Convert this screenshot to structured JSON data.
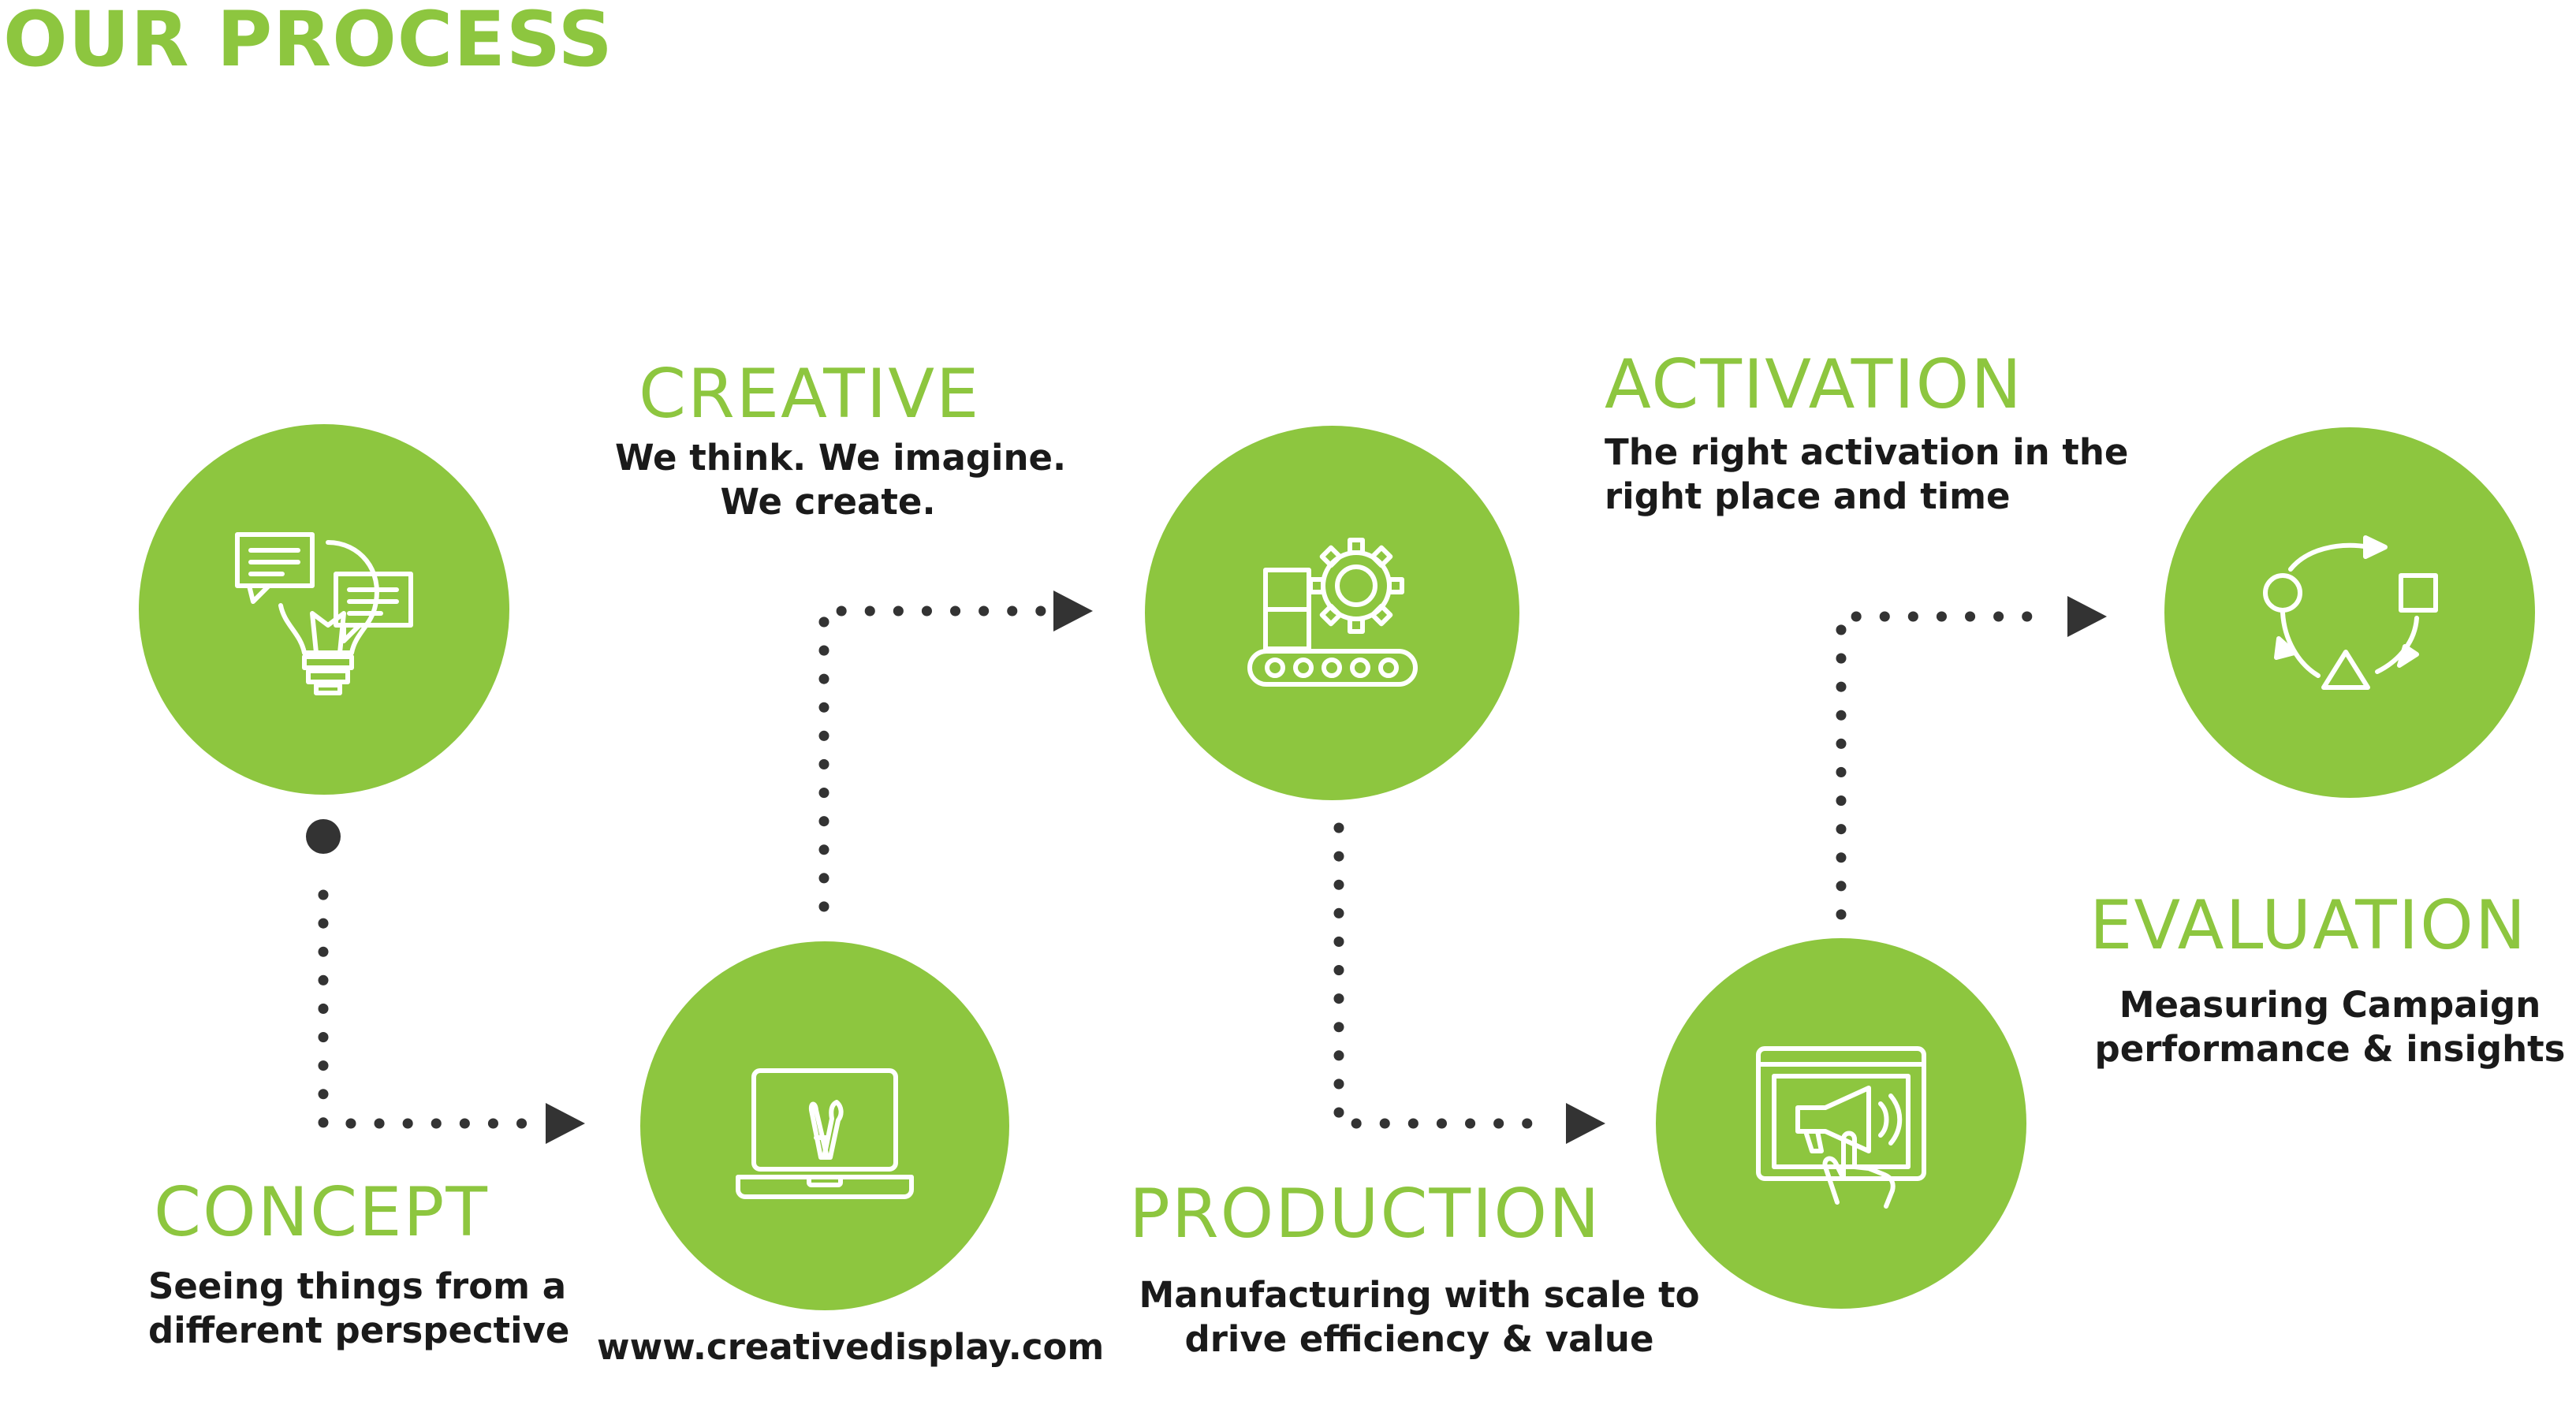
{
  "page": {
    "title": "OUR PROCESS"
  },
  "colors": {
    "accent": "#8dc63f",
    "connector": "#333333",
    "text": "#1a1a1a",
    "icon_stroke": "#ffffff"
  },
  "stages": [
    {
      "title": "CONCEPT",
      "lines": [
        "Seeing things from a",
        "different perspective"
      ],
      "icon": "idea-bulb-chat-icon"
    },
    {
      "title": "CREATIVE",
      "lines": [
        "We think. We imagine.",
        "We create."
      ],
      "icon": "laptop-brushes-icon"
    },
    {
      "title": "PRODUCTION",
      "lines": [
        "Manufacturing with scale to",
        "drive efficiency & value"
      ],
      "icon": "conveyor-gear-icon"
    },
    {
      "title": "ACTIVATION",
      "lines": [
        "The right activation in the",
        "right place and time"
      ],
      "icon": "touch-megaphone-screen-icon"
    },
    {
      "title": "EVALUATION",
      "lines": [
        "Measuring Campaign",
        "performance & insights"
      ],
      "icon": "cycle-shapes-icon"
    }
  ],
  "footer": {
    "website": "www.creativedisplay.com"
  }
}
